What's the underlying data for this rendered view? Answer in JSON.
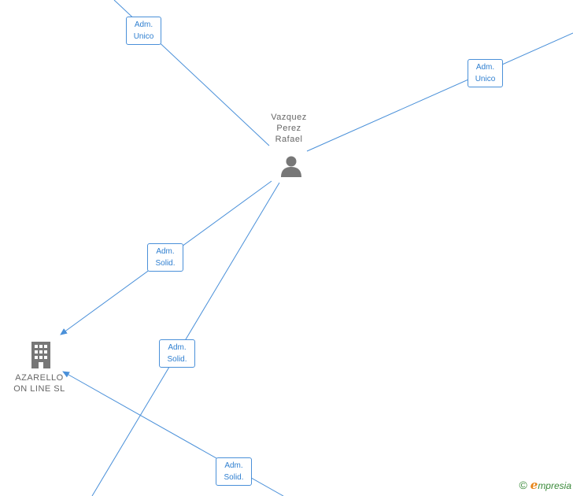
{
  "person": {
    "name_lines": [
      "Vazquez",
      "Perez",
      "Rafael"
    ],
    "icon": "person-icon"
  },
  "company": {
    "name_lines": [
      "AZARELLO",
      "ON LINE SL"
    ],
    "icon": "building-icon"
  },
  "edges": [
    {
      "id": "edge-1",
      "lines": [
        "Adm.",
        "Unico"
      ]
    },
    {
      "id": "edge-2",
      "lines": [
        "Adm.",
        "Unico"
      ]
    },
    {
      "id": "edge-3",
      "lines": [
        "Adm.",
        "Solid."
      ]
    },
    {
      "id": "edge-4",
      "lines": [
        "Adm.",
        "Solid."
      ]
    },
    {
      "id": "edge-5",
      "lines": [
        "Adm.",
        "Solid."
      ]
    }
  ],
  "colors": {
    "edge": "#4a90d9",
    "node_icon": "#777777",
    "label_text": "#2f7fd0"
  },
  "watermark": {
    "copyright": "©",
    "brand_initial": "e",
    "brand_rest": "mpresia"
  }
}
